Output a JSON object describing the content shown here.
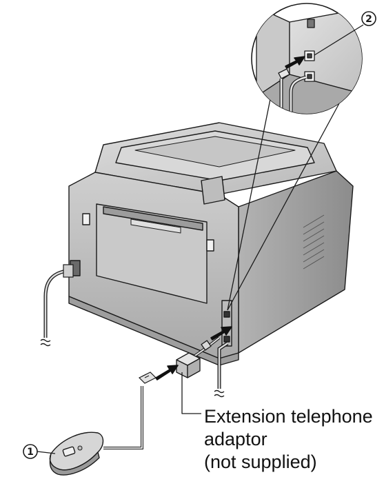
{
  "callouts": {
    "one": "1",
    "two": "2"
  },
  "caption": {
    "line1": "Extension telephone",
    "line2": "adaptor",
    "line3": "(not supplied)"
  },
  "colors": {
    "ink": "#1a1a1a",
    "body_light": "#d4d4d4",
    "body_mid": "#bdbdbd",
    "body_dark": "#8f8f8f",
    "arrow": "#111111"
  }
}
